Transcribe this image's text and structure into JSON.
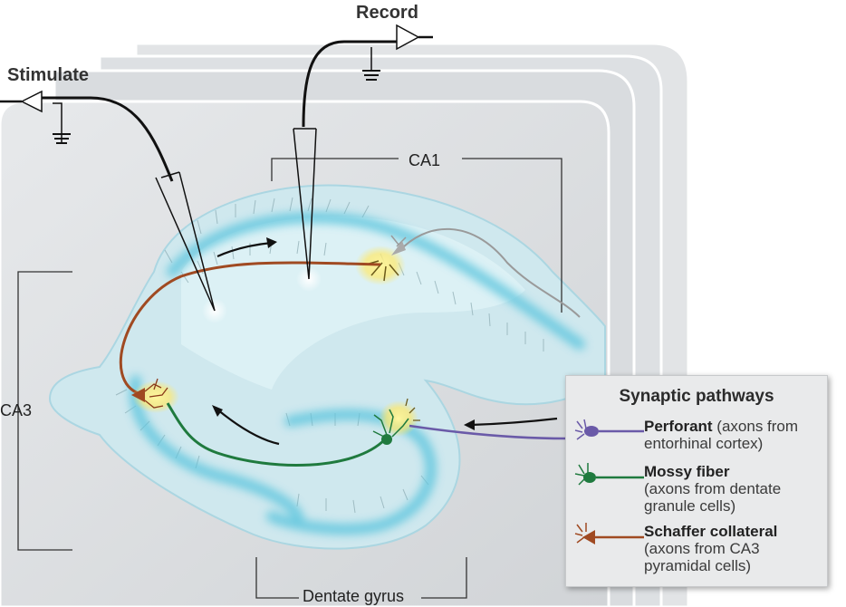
{
  "labels": {
    "stimulate": "Stimulate",
    "record": "Record",
    "ca1": "CA1",
    "ca3": "CA3",
    "dentate_gyrus": "Dentate gyrus"
  },
  "legend": {
    "title": "Synaptic pathways",
    "items": [
      {
        "name": "Perforant",
        "desc_inline": " (axons from",
        "desc_rest": "entorhinal cortex)",
        "color": "#6a5aa8"
      },
      {
        "name": "Mossy fiber",
        "desc_inline": "",
        "desc_rest": "(axons from dentate granule cells)",
        "color": "#1f7a3e"
      },
      {
        "name": "Schaffer collateral",
        "desc_inline": "",
        "desc_rest": "(axons from CA3 pyramidal cells)",
        "color": "#a04a22"
      }
    ]
  },
  "colors": {
    "slice": "#cfe9ef",
    "cell_layer": "#5ec6de",
    "perforant": "#6a5aa8",
    "mossy": "#1f7a3e",
    "schaffer": "#a04a22",
    "synapse_glow": "#ffe96b",
    "block": "#dcdfe2"
  }
}
